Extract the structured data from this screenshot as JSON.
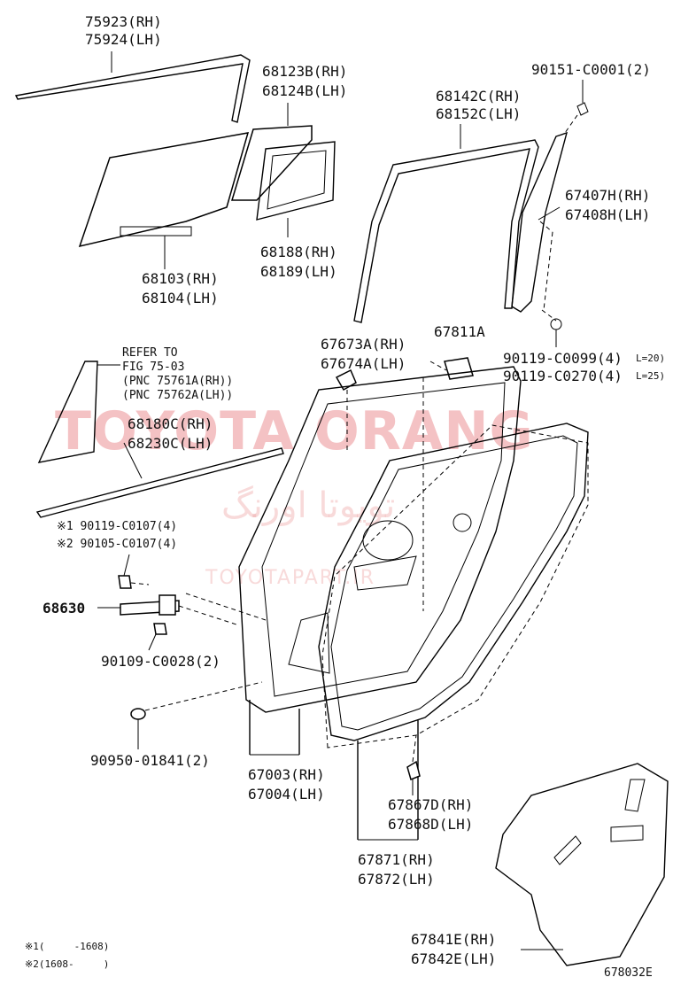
{
  "watermark": {
    "main": "TOYOTA ORANG",
    "persian": "تویوتا اورنگ",
    "url": "TOYOTAPART.IR"
  },
  "labels": {
    "p75923": "75923(RH)",
    "p75924": "75924(LH)",
    "p68123": "68123B(RH)",
    "p68124": "68124B(LH)",
    "p90151": "90151-C0001(2)",
    "p68142": "68142C(RH)",
    "p68152": "68152C(LH)",
    "p67407": "67407H(RH)",
    "p67408": "67408H(LH)",
    "p68103": "68103(RH)",
    "p68104": "68104(LH)",
    "p68188": "68188(RH)",
    "p68189": "68189(LH)",
    "refer1": "REFER TO",
    "refer2": "FIG 75-03",
    "refer3": "(PNC 75761A(RH))",
    "refer4": "(PNC 75762A(LH))",
    "p67673": "67673A(RH)",
    "p67674": "67674A(LH)",
    "p67811": "67811A",
    "p90119a": "90119-C0099(4)",
    "p90119a_note": "L=20)",
    "p90119b": "90119-C0270(4)",
    "p90119b_note": "L=25)",
    "p68180": "68180C(RH)",
    "p68230": "68230C(LH)",
    "p90119c": "※1 90119-C0107(4)",
    "p90105": "※2 90105-C0107(4)",
    "p68630": "68630",
    "p90109": "90109-C0028(2)",
    "p90950": "90950-01841(2)",
    "p67003": "67003(RH)",
    "p67004": "67004(LH)",
    "p67867": "67867D(RH)",
    "p67868": "67868D(LH)",
    "p67871": "67871(RH)",
    "p67872": "67872(LH)",
    "p67841": "67841E(RH)",
    "p67842": "67842E(LH)",
    "note1": "※1(     -1608)",
    "note2": "※2(1608-     )",
    "figure_code": "678032E"
  }
}
